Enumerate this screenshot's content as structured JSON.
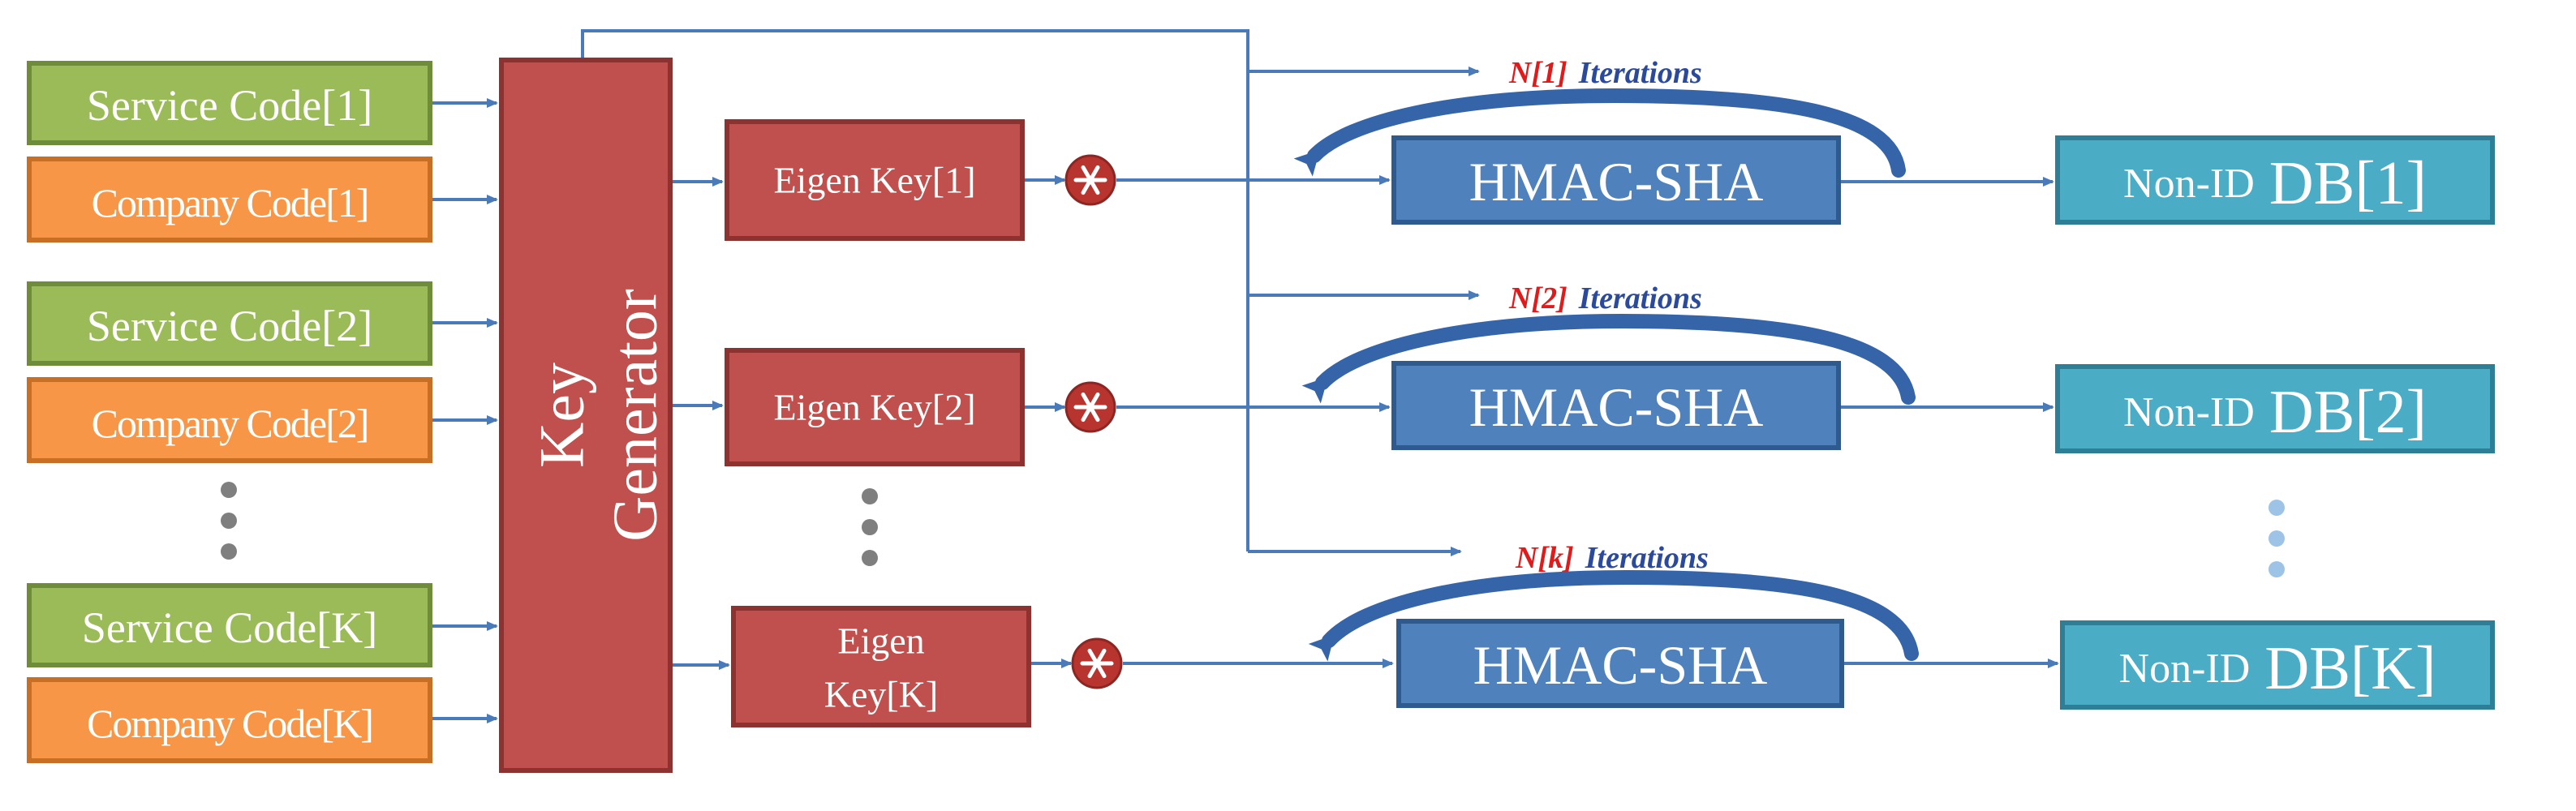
{
  "inputs": [
    {
      "service": "Service Code[1]",
      "company": "Company Code[1]"
    },
    {
      "service": "Service Code[2]",
      "company": "Company Code[2]"
    },
    {
      "service": "Service Code[K]",
      "company": "Company Code[K]"
    }
  ],
  "key_generator": {
    "line1": "Key",
    "line2": "Generator"
  },
  "eigen_keys": [
    {
      "line1": "Eigen Key[1]",
      "line2": ""
    },
    {
      "line1": "Eigen Key[2]",
      "line2": ""
    },
    {
      "line1": "Eigen",
      "line2": "Key[K]"
    }
  ],
  "iterations": [
    {
      "n": "N[1]",
      "label": "Iterations"
    },
    {
      "n": "N[2]",
      "label": "Iterations"
    },
    {
      "n": "N[k]",
      "label": "Iterations"
    }
  ],
  "hmac": [
    "HMAC-SHA",
    "HMAC-SHA",
    "HMAC-SHA"
  ],
  "db": [
    {
      "prefix": "Non-ID",
      "name": "DB[1]"
    },
    {
      "prefix": "Non-ID",
      "name": "DB[2]"
    },
    {
      "prefix": "Non-ID",
      "name": "DB[K]"
    }
  ],
  "colors": {
    "service_fill": "#9bbb59",
    "service_border": "#6f8c3a",
    "company_fill": "#f79646",
    "company_border": "#c76f25",
    "keygen_fill": "#c0504d",
    "keygen_border": "#8c3331",
    "hmac_fill": "#4f81bd",
    "hmac_border": "#2f5a8e",
    "db_fill": "#4bacc6",
    "db_border": "#2e7f96",
    "arrow": "#4a7ab8",
    "loop": "#3565a8"
  }
}
